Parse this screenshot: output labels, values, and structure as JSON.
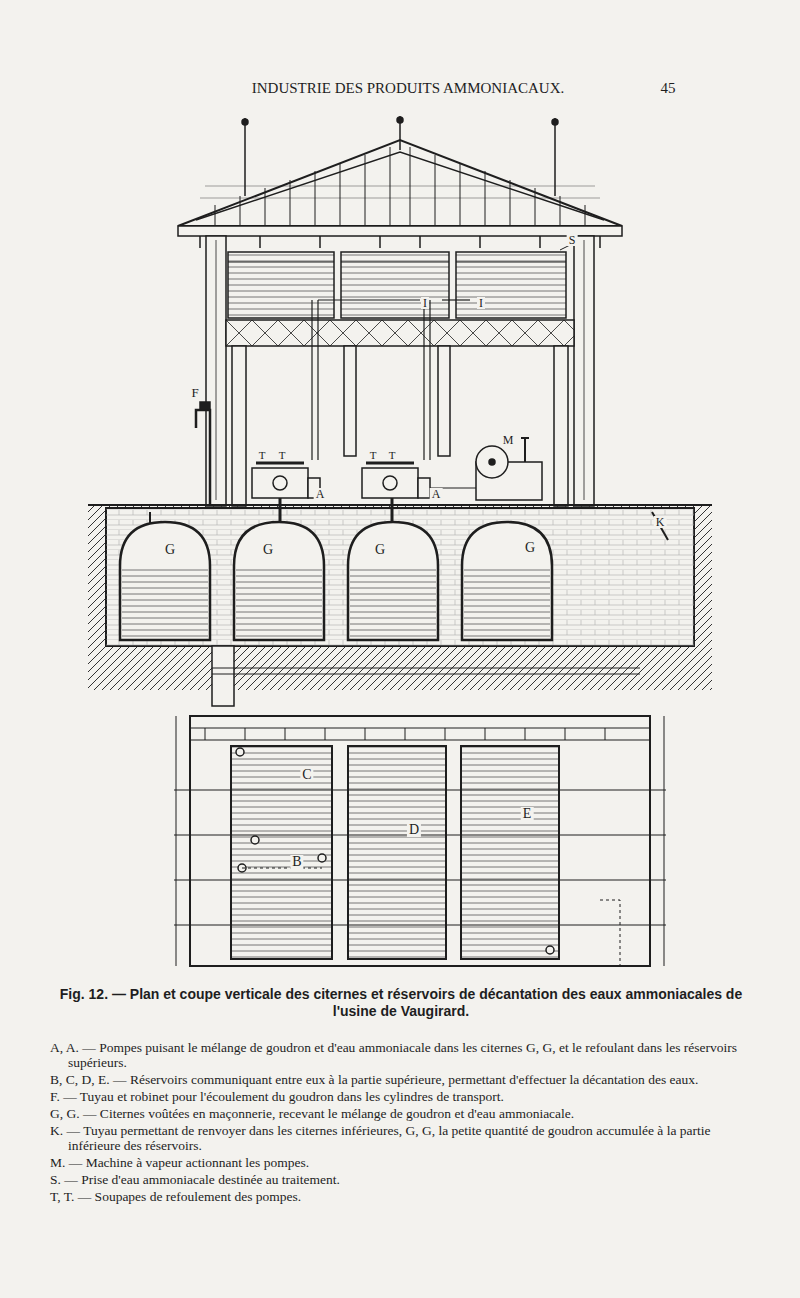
{
  "diagram": {
    "caption": "Fig. 12. — Plan et coupe verticale des citernes et réservoirs de décantation des eaux ammoniacales de l'usine de Vaugirard.",
    "nodes": [
      {
        "text": [
          "G"
        ]
      },
      {
        "text": [
          "G"
        ]
      },
      {
        "text": [
          "G"
        ]
      },
      {
        "text": [
          "G"
        ]
      },
      {
        "text": [
          "C",
          "B"
        ]
      },
      {
        "text": [
          "D"
        ]
      },
      {
        "text": [
          "E"
        ]
      }
    ],
    "labels": [
      "INDUSTRIE DES PRODUITS AMMONIACAUX.",
      "45",
      "S",
      "I",
      "I",
      "F",
      "T",
      "T",
      "T",
      "T",
      "M",
      "A",
      "A",
      "K"
    ],
    "legend": [
      {
        "text": "A, A. — Pompes puisant le mélange de goudron et d'eau ammoniacale dans les citernes G, G, et le refoulant dans les réservoirs supérieurs."
      },
      {
        "text": "B, C, D, E. — Réservoirs communiquant entre eux à la partie supérieure, permettant d'effectuer la décantation des eaux."
      },
      {
        "text": "F. — Tuyau et robinet pour l'écoulement du goudron dans les cylindres de transport."
      },
      {
        "text": "G, G. — Citernes voûtées en maçonnerie, recevant le mélange de goudron et d'eau ammoniacale."
      },
      {
        "text": "K. — Tuyau permettant de renvoyer dans les citernes inférieures, G, G, la petite quantité de goudron accumulée à la partie inférieure des réservoirs."
      },
      {
        "text": "M. — Machine à vapeur actionnant les pompes."
      },
      {
        "text": "S. — Prise d'eau ammoniacale destinée au traitement."
      },
      {
        "text": "T, T. — Soupapes de refoulement des pompes."
      }
    ]
  }
}
